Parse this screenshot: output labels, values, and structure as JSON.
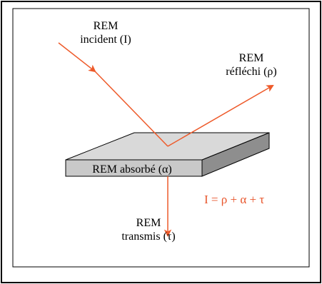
{
  "labels": {
    "incident": {
      "line1": "REM",
      "line2": "incident (I)"
    },
    "reflected": {
      "line1": "REM",
      "line2": "réfléchi (ρ)"
    },
    "absorbed": "REM absorbé (α)",
    "transmitted": {
      "line1": "REM",
      "line2": "transmis (τ)"
    }
  },
  "equation": "I = ρ + α + τ",
  "colors": {
    "ray": "#ee5a2a",
    "equation": "#e8552b",
    "slab_top": "#d9d9d9",
    "slab_front": "#c9c9c9",
    "slab_side": "#8e8e8e",
    "border": "#000000"
  }
}
